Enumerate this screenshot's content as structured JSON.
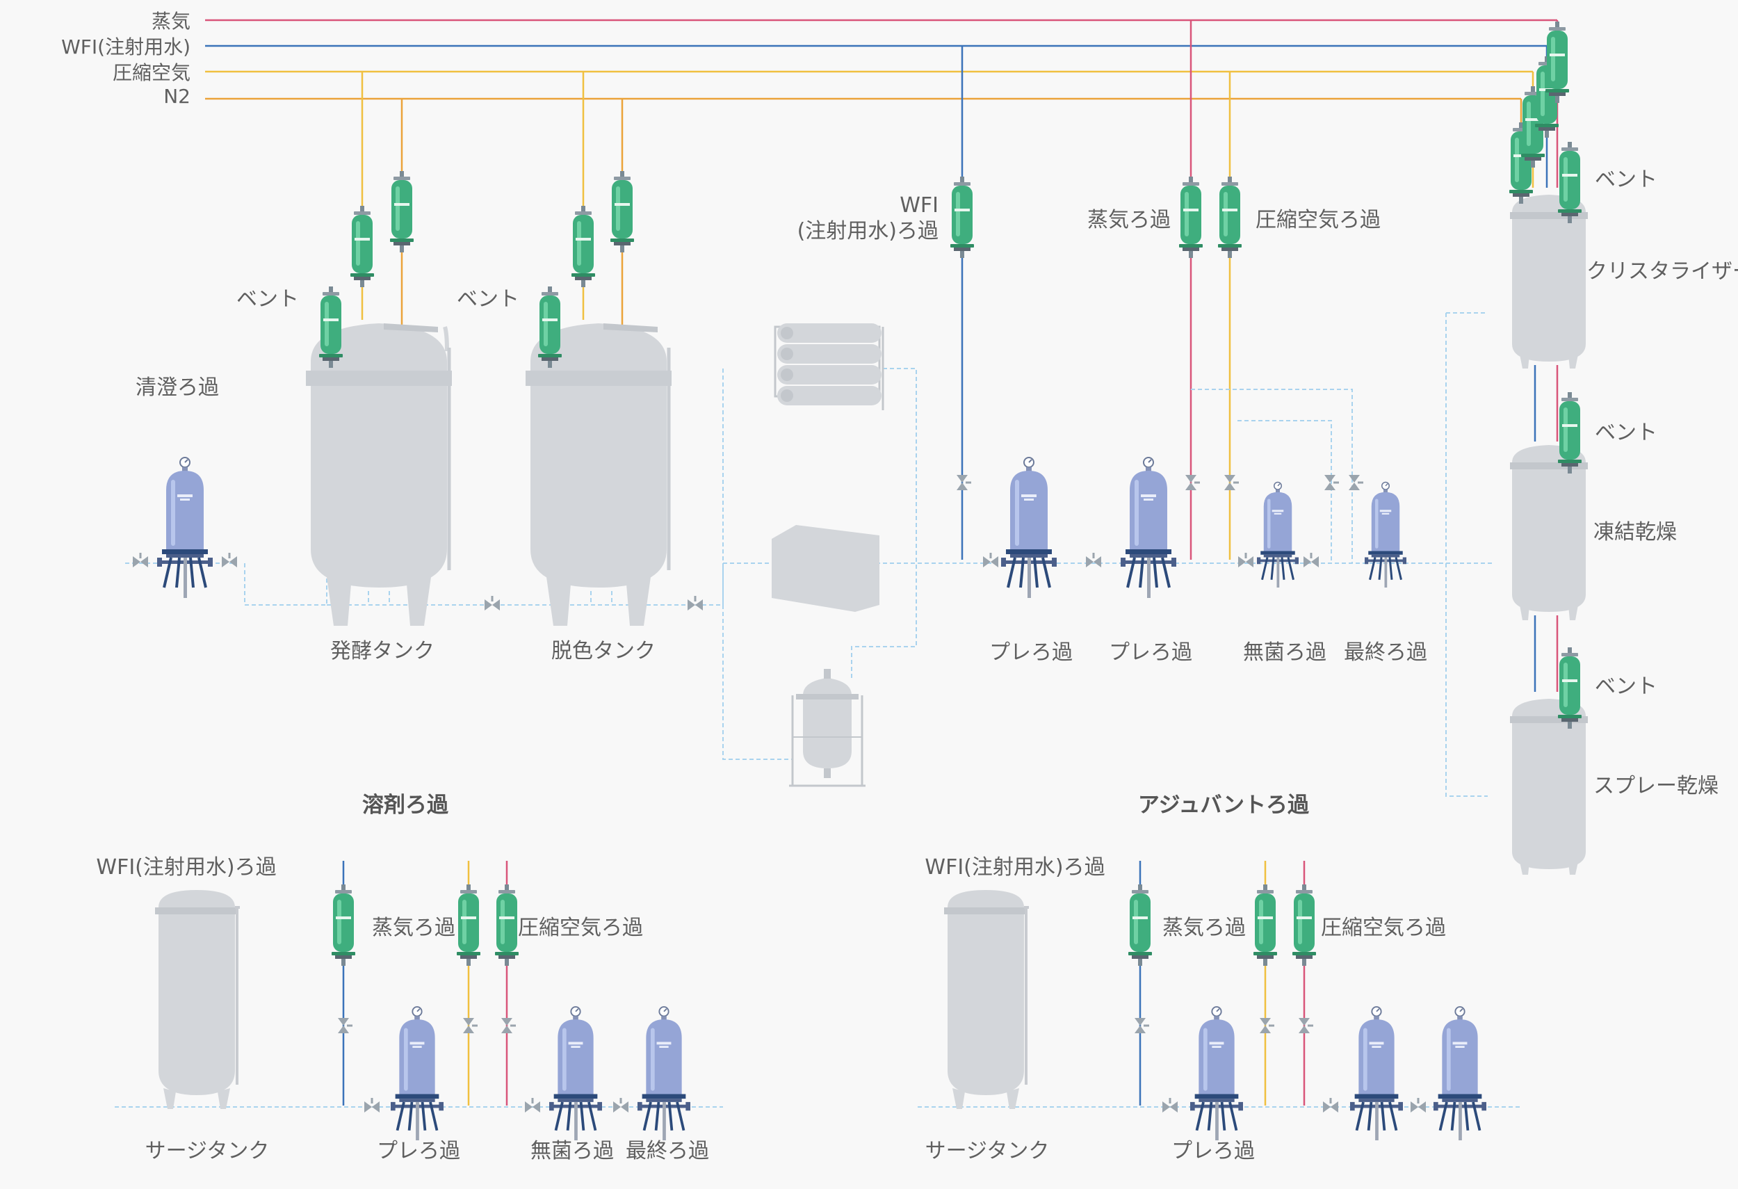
{
  "utilities": {
    "steam": "蒸気",
    "wfi": "WFI(注射用水)",
    "compressed_air": "圧縮空気",
    "n2": "N2"
  },
  "colors": {
    "steam": "#d9557a",
    "wfi": "#3b73b9",
    "air": "#f0c040",
    "n2": "#eba33a",
    "process": "#a9d3ee",
    "tank": "#d3d6da",
    "green_filter": "#3fae7e",
    "blue_housing": "#95a5d6"
  },
  "upper": {
    "clarify": "清澄ろ過",
    "vent1": "ベント",
    "vent2": "ベント",
    "ferment_tank": "発酵タンク",
    "decolor_tank": "脱色タンク",
    "wfi_filter_line1": "WFI",
    "wfi_filter_line2": "(注射用水)ろ過",
    "steam_filter": "蒸気ろ過",
    "air_filter": "圧縮空気ろ過",
    "prefilter1": "プレろ過",
    "prefilter2": "プレろ過",
    "sterile_filter": "無菌ろ過",
    "final_filter": "最終ろ過",
    "vent_crys": "ベント",
    "crystallizer": "クリスタライザー",
    "vent_freeze": "ベント",
    "freeze_dry": "凍結乾燥",
    "vent_spray": "ベント",
    "spray_dry": "スプレー乾燥"
  },
  "solvent": {
    "title": "溶剤ろ過",
    "wfi_filter": "WFI(注射用水)ろ過",
    "steam_filter": "蒸気ろ過",
    "air_filter": "圧縮空気ろ過",
    "surge_tank": "サージタンク",
    "prefilter": "プレろ過",
    "sterile_filter": "無菌ろ過",
    "final_filter": "最終ろ過"
  },
  "adjuvant": {
    "title": "アジュバントろ過",
    "wfi_filter": "WFI(注射用水)ろ過",
    "steam_filter": "蒸気ろ過",
    "air_filter": "圧縮空気ろ過",
    "surge_tank": "サージタンク",
    "prefilter": "プレろ過"
  }
}
